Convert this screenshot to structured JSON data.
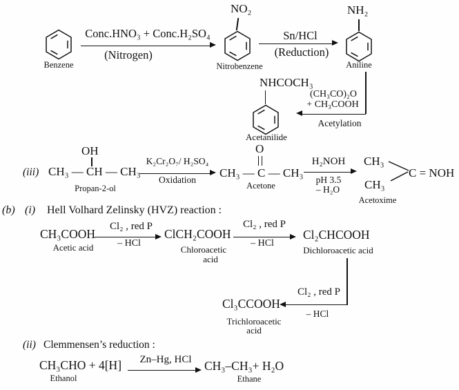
{
  "scheme_nitration": {
    "benzene_label": "Benzene",
    "arrow1_top": "Conc.HNO₃ + Conc.H₂SO₄",
    "arrow1_bottom": "(Nitrogen)",
    "no2": "NO₂",
    "nitrobenzene_label": "Nitrobenzene",
    "arrow2_top": "Sn/HCl",
    "arrow2_bottom": "(Reduction)",
    "nh2": "NH₂",
    "aniline_label": "Aniline",
    "acetylation_reagent1": "(CH₃CO)₂O",
    "acetylation_reagent2": "+ CH₃COOH",
    "acetylation_label": "Acetylation",
    "nhcoch3": "NHCOCH₃",
    "acetanilide_label": "Acetanilide"
  },
  "scheme_oxime": {
    "index": "(iii)",
    "propanol_formula": "CH₃ — CH — CH₃",
    "propanol_oh": "OH",
    "propanol_label": "Propan-2-ol",
    "arrow1_top": "K₂Cr₂O₇/ H₂SO₄",
    "arrow1_bottom": "Oxidation",
    "acetone_formula": "CH₃ — C — CH₃",
    "acetone_o": "O",
    "acetone_label": "Acetone",
    "arrow2_top": "H₂NOH",
    "arrow2_bottom1": "pH 3.5",
    "arrow2_bottom2": "– H₂O",
    "oxime_ch3_top": "CH₃",
    "oxime_ch3_bottom": "CH₃",
    "oxime_cnoh": "C = NOH",
    "oxime_label": "Acetoxime"
  },
  "section_b": {
    "b": "(b)",
    "i": "(i)",
    "hvz_title": "Hell Volhard Zelinsky (HVZ) reaction :",
    "acetic_formula": "CH₃COOH",
    "acetic_label": "Acetic acid",
    "arrow1_top": "Cl₂ , red P",
    "arrow1_bottom": "– HCl",
    "chloro_formula": "ClCH₂COOH",
    "chloro_label1": "Chloroacetic",
    "chloro_label2": "acid",
    "arrow2_top": "Cl₂ , red P",
    "arrow2_bottom": "– HCl",
    "dichloro_formula": "Cl₂CHCOOH",
    "dichloro_label": "Dichloroacetic acid",
    "arrow3_top": "Cl₂ , red P",
    "arrow3_bottom": "– HCl",
    "trichloro_formula": "Cl₃CCOOH",
    "trichloro_label1": "Trichloroacetic",
    "trichloro_label2": "acid",
    "ii": "(ii)",
    "clemmensen_title": "Clemmensen’s reduction :",
    "clem_reactant": "CH₃CHO  + 4[H]",
    "clem_arrow_top": "Zn–Hg, HCl",
    "clem_product": "CH₃–CH₃+ H₂O",
    "clem_reactant_label": "Ethanol",
    "clem_product_label": "Ethane"
  }
}
